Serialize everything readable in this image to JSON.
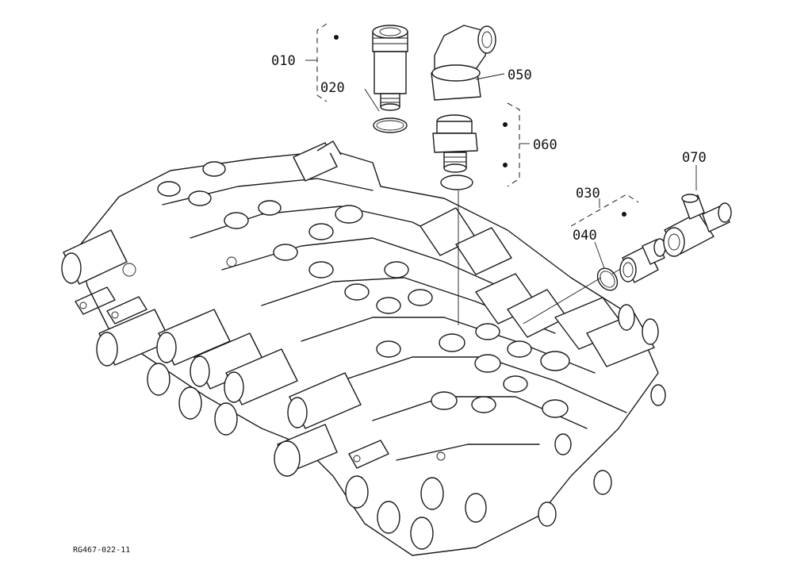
{
  "figure_code": "RG467-022-11",
  "callouts": [
    {
      "id": "010",
      "label": "010"
    },
    {
      "id": "020",
      "label": "020"
    },
    {
      "id": "030",
      "label": "030"
    },
    {
      "id": "040",
      "label": "040"
    },
    {
      "id": "050",
      "label": "050"
    },
    {
      "id": "060",
      "label": "060"
    },
    {
      "id": "070",
      "label": "070"
    }
  ],
  "colors": {
    "ink": "#1a1a1a",
    "paper": "#ffffff"
  }
}
